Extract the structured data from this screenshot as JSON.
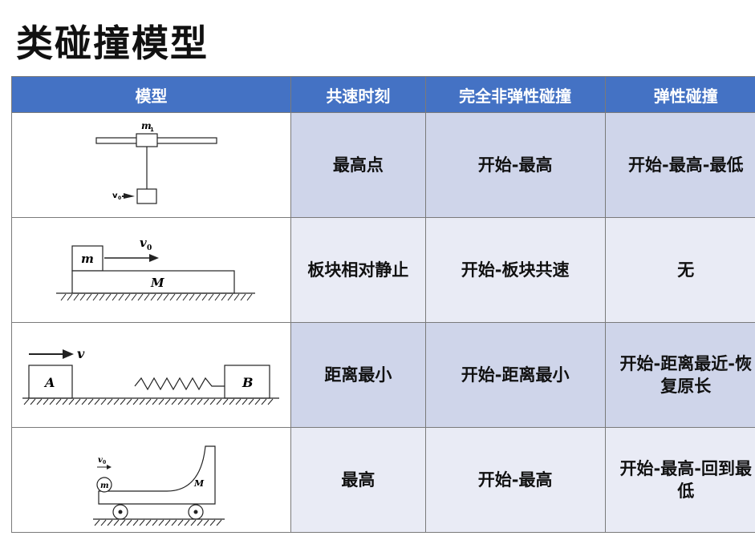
{
  "title": "类碰撞模型",
  "headers": [
    "模型",
    "共速时刻",
    "完全非弹性碰撞",
    "弹性碰撞"
  ],
  "rows": [
    {
      "model_labels": {
        "mass_label": "m",
        "mass_sub": "1",
        "velocity_label": "v",
        "velocity_sub": "0"
      },
      "cosped": "最高点",
      "inelastic": "开始-最高",
      "elastic": "开始-最高-最低"
    },
    {
      "model_labels": {
        "small_block": "m",
        "velocity": "v",
        "velocity_sub": "0",
        "plank": "M"
      },
      "cosped": "板块相对静止",
      "inelastic": "开始-板块共速",
      "elastic": "无"
    },
    {
      "model_labels": {
        "velocity": "v",
        "block_a": "A",
        "block_b": "B"
      },
      "cosped": "距离最小",
      "inelastic": "开始-距离最小",
      "elastic": "开始-距离最近-恢复原长"
    },
    {
      "model_labels": {
        "velocity": "v",
        "velocity_sub": "0",
        "ball": "m",
        "cart": "M"
      },
      "cosped": "最高",
      "inelastic": "开始-最高",
      "elastic": "开始-最高-回到最低"
    }
  ]
}
